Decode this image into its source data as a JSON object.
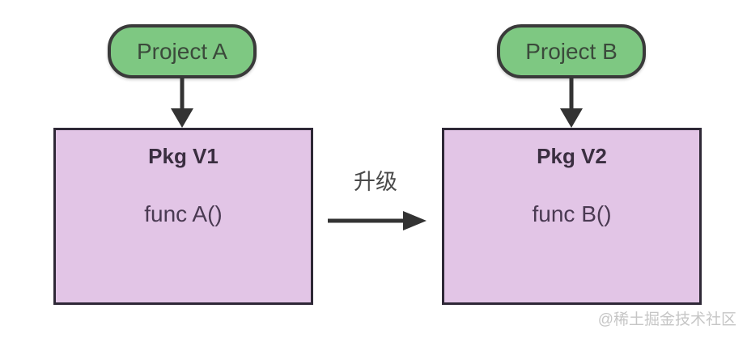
{
  "colors": {
    "background": "#ffffff",
    "pill_fill": "#7ec882",
    "pill_border": "#3a3a3a",
    "pill_text": "#3b4a3b",
    "box_fill": "#e2c5e6",
    "box_border": "#2e2836",
    "box_title_text": "#3a2e40",
    "box_func_text": "#4a3a52",
    "arrow": "#333333",
    "upgrade_text": "#4a4a4a",
    "watermark_text": "#c6c6c6"
  },
  "nodes": {
    "project_a": {
      "label": "Project A"
    },
    "project_b": {
      "label": "Project B"
    },
    "pkg_v1": {
      "title": "Pkg V1",
      "func": "func A()"
    },
    "pkg_v2": {
      "title": "Pkg V2",
      "func": "func B()"
    }
  },
  "upgrade_label": "升级",
  "watermark": "@稀土掘金技术社区"
}
